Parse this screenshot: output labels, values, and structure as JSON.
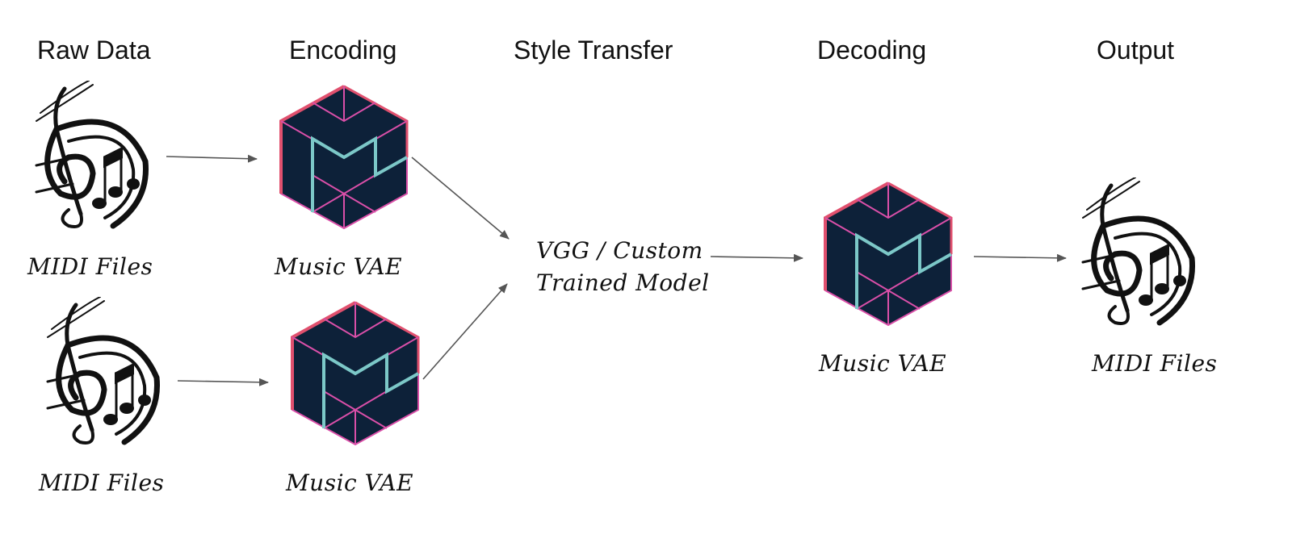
{
  "stages": {
    "raw_data": "Raw Data",
    "encoding": "Encoding",
    "style_transfer": "Style Transfer",
    "decoding": "Decoding",
    "output": "Output"
  },
  "captions": {
    "midi_top": "MIDI Files",
    "midi_bottom": "MIDI Files",
    "vae_top": "Music VAE",
    "vae_bottom": "Music VAE",
    "model_line1": "VGG / Custom",
    "model_line2": "Trained Model",
    "vae_decode": "Music VAE",
    "midi_output": "MIDI Files"
  },
  "colors": {
    "hex_fill": "#0d2139",
    "hex_border": "#e0506e",
    "hex_inner_lines": "#d94fa8",
    "m_letter": "#7cc8c8",
    "arrow": "#555555"
  },
  "icons": {
    "music": "treble-clef-notes-icon",
    "vae": "music-vae-hex-logo-icon"
  }
}
